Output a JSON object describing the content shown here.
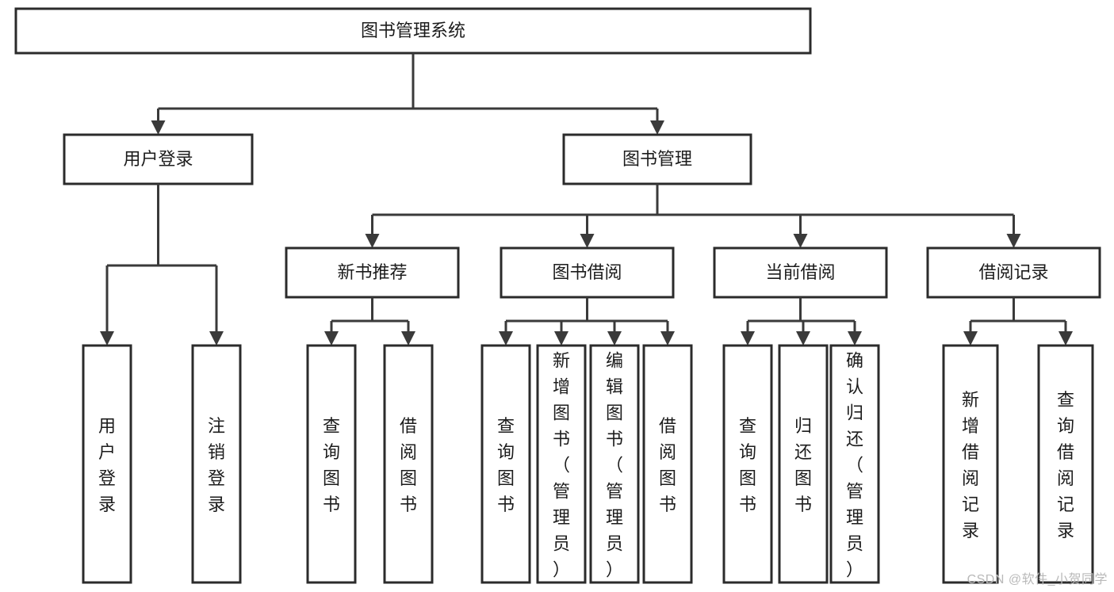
{
  "diagram": {
    "type": "tree",
    "title": "图书管理系统",
    "watermark": "CSDN @软件_小贺同学",
    "colors": {
      "box_stroke": "#2b2b2b",
      "box_fill": "#ffffff",
      "edge": "#3a3a3a",
      "text": "#1c1c1c",
      "watermark": "#b9b9b9",
      "background": "#ffffff"
    },
    "root": {
      "label": "图书管理系统"
    },
    "level2": [
      {
        "label": "用户登录"
      },
      {
        "label": "图书管理"
      }
    ],
    "level3": [
      {
        "label": "新书推荐"
      },
      {
        "label": "图书借阅"
      },
      {
        "label": "当前借阅"
      },
      {
        "label": "借阅记录"
      }
    ],
    "leaves": {
      "user_login": [
        {
          "label": "用户登录"
        },
        {
          "label": "注销登录"
        }
      ],
      "new_book_recommend": [
        {
          "label": "查询图书"
        },
        {
          "label": "借阅图书"
        }
      ],
      "book_borrow": [
        {
          "label": "查询图书"
        },
        {
          "label": "新增图书（管理员）"
        },
        {
          "label": "编辑图书（管理员）"
        },
        {
          "label": "借阅图书"
        }
      ],
      "current_borrow": [
        {
          "label": "查询图书"
        },
        {
          "label": "归还图书"
        },
        {
          "label": "确认归还（管理员）"
        }
      ],
      "borrow_record": [
        {
          "label": "新增借阅记录"
        },
        {
          "label": "查询借阅记录"
        }
      ]
    }
  }
}
